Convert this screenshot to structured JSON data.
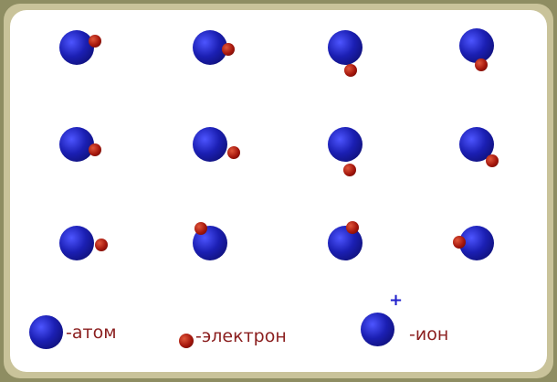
{
  "legend": {
    "atom_label": "-атом",
    "electron_label": "-электрон",
    "ion_label": "-ион",
    "ion_sign": "+"
  },
  "colors": {
    "atom": "#1b1fb3",
    "electron": "#a4160c",
    "label": "#8b1f1f",
    "plus": "#2222cc",
    "frame": "#8e8d62"
  }
}
